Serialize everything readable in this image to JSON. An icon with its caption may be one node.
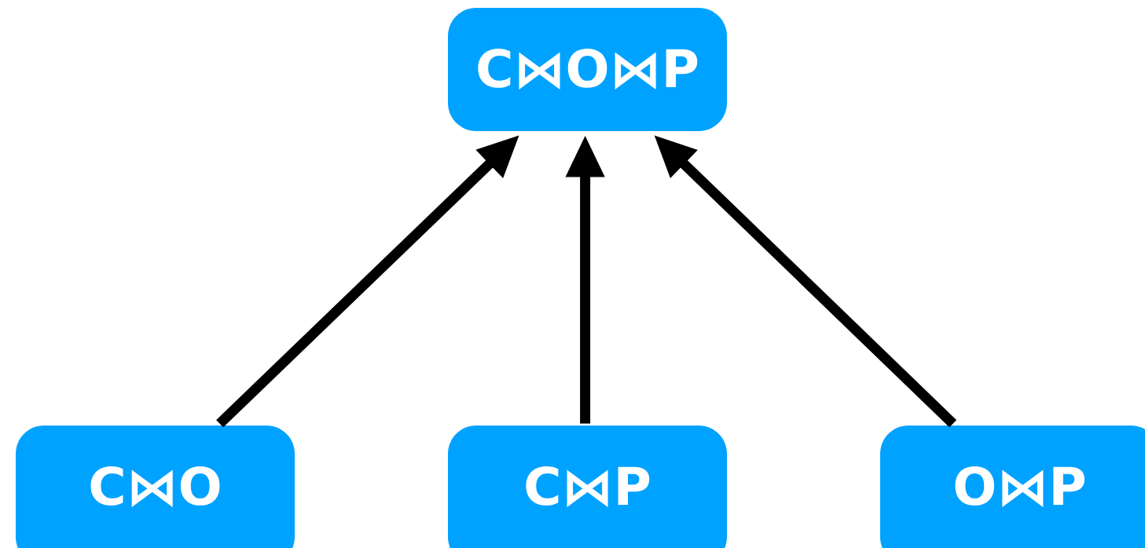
{
  "diagram": {
    "nodes": [
      {
        "text": [
          "C⋈O⋈P"
        ]
      },
      {
        "text": [
          "C⋈O"
        ]
      },
      {
        "text": [
          "C⋈P"
        ]
      },
      {
        "text": [
          "O⋈P"
        ]
      }
    ],
    "edges": [
      {
        "from": 1,
        "to": 0,
        "arrow": "to"
      },
      {
        "from": 2,
        "to": 0,
        "arrow": "to"
      },
      {
        "from": 3,
        "to": 0,
        "arrow": "to"
      }
    ]
  }
}
